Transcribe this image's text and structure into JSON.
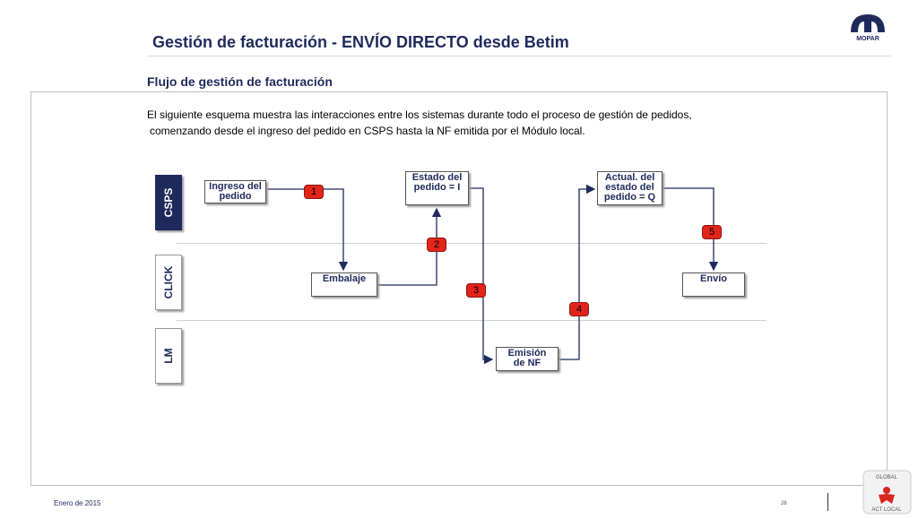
{
  "header": {
    "title": "Gestión de facturación - ENVÍO DIRECTO desde Betim",
    "subtitle": "Flujo de gestión de facturación",
    "logo_text": "MOPAR"
  },
  "description": {
    "line1": "El siguiente esquema muestra las interacciones entre los sistemas durante todo el proceso de gestión de pedidos,",
    "line2": "comenzando desde el ingreso del pedido en CSPS hasta la NF emitida por el Módulo local."
  },
  "lanes": [
    "CSPS",
    "CLICK",
    "LM"
  ],
  "boxes": {
    "ingreso": "Ingreso del\npedido",
    "estado": "Estado del\npedido = I",
    "actual": "Actual.  del\nestado del\npedido = Q",
    "embalaje": "Embalaje",
    "envio": "Envío",
    "emision": "Emisión\nde NF"
  },
  "steps": [
    "1",
    "2",
    "3",
    "4",
    "5"
  ],
  "footer": {
    "date": "Enero de 2015",
    "page": "26",
    "badge_top": "GLOBAL",
    "badge_bottom": "ACT LOCAL"
  },
  "colors": {
    "title": "#1f2a5c",
    "step_badge": "#e3241b",
    "lane_header": "#1f2a5c"
  }
}
